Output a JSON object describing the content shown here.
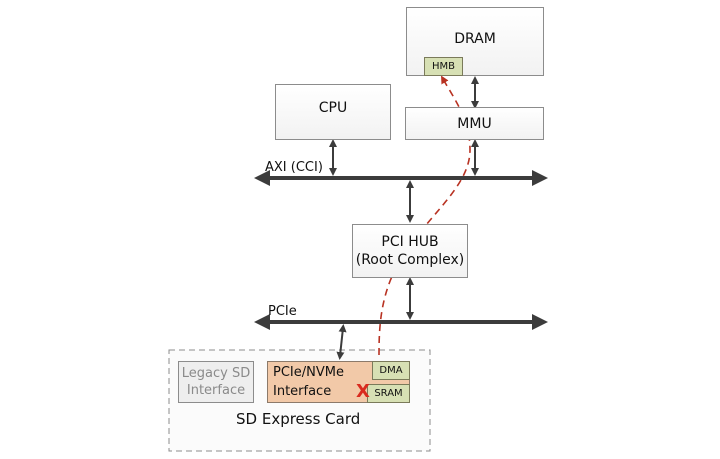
{
  "nodes": {
    "dram": "DRAM",
    "hmb": "HMB",
    "mmu": "MMU",
    "cpu": "CPU",
    "pci_hub_line1": "PCI HUB",
    "pci_hub_line2": "(Root Complex)",
    "legacy_line1": "Legacy SD",
    "legacy_line2": "Interface",
    "nvme_line1": "PCIe/NVMe",
    "nvme_line2": "Interface",
    "dma": "DMA",
    "sram": "SRAM",
    "card": "SD Express Card"
  },
  "buses": {
    "axi": "AXI (CCI)",
    "pcie": "PCIe"
  },
  "markers": {
    "sram_disabled": "X"
  },
  "colors": {
    "bus": "#3c3c3c",
    "dma_path": "#b83222",
    "nvme_fill": "#f2c9a8",
    "module_fill": "#d7e0b4",
    "x_mark": "#d92b1f"
  }
}
